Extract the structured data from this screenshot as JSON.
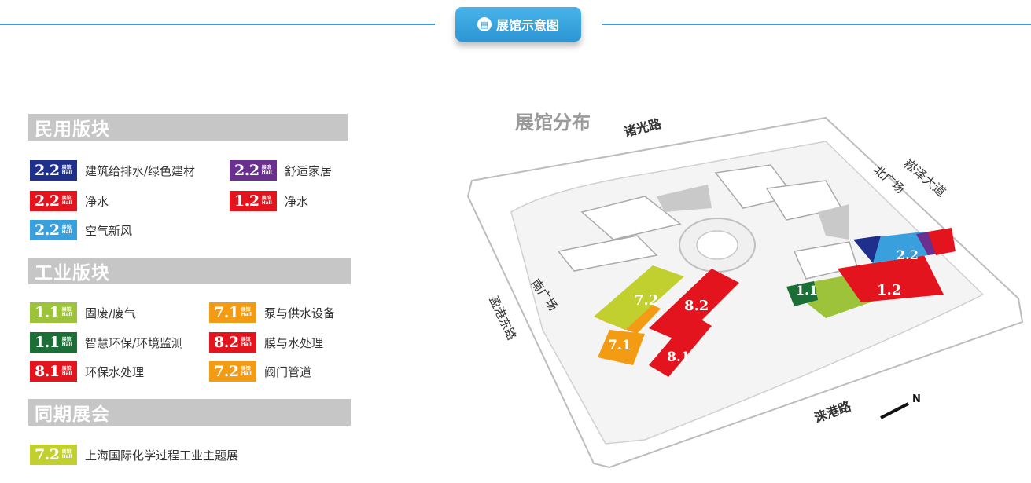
{
  "header": {
    "badge_label": "展馆示意图",
    "badge_icon": "document-icon"
  },
  "legend": {
    "sections": [
      {
        "title": "民用版块"
      },
      {
        "title": "工业版块"
      },
      {
        "title": "同期展会"
      }
    ],
    "civil": [
      {
        "hall": "2.2",
        "label": "建筑给排水/绿色建材",
        "color": "#1f2f8c"
      },
      {
        "hall": "2.2",
        "label": "舒适家居",
        "color": "#6a2f8f"
      },
      {
        "hall": "2.2",
        "label": "净水",
        "color": "#e3141d"
      },
      {
        "hall": "1.2",
        "label": "净水",
        "color": "#e3141d"
      },
      {
        "hall": "2.2",
        "label": "空气新风",
        "color": "#3aa0dd"
      }
    ],
    "industrial": [
      {
        "hall": "1.1",
        "label": "固废/废气",
        "color": "#9dc33b"
      },
      {
        "hall": "7.1",
        "label": "泵与供水设备",
        "color": "#f39b12"
      },
      {
        "hall": "1.1",
        "label": "智慧环保/环境监测",
        "color": "#1c6e37"
      },
      {
        "hall": "8.2",
        "label": "膜与水处理",
        "color": "#e3141d"
      },
      {
        "hall": "8.1",
        "label": "环保水处理",
        "color": "#e3141d"
      },
      {
        "hall": "7.2",
        "label": "阀门管道",
        "color": "#f39b12"
      }
    ],
    "concurrent": [
      {
        "hall": "7.2",
        "label": "上海国际化学过程工业主题展",
        "color": "#c1cf2f"
      }
    ],
    "hall_sub_top": "展馆",
    "hall_sub_bottom": "Hall"
  },
  "map": {
    "title": "展馆分布",
    "roads": {
      "north": "诸光路",
      "east": "崧泽大道",
      "south": "涞港路",
      "west": "盈港东路"
    },
    "plazas": {
      "north": "北广场",
      "south": "南广场"
    },
    "compass": "N",
    "halls": [
      {
        "hall": "7.2",
        "color": "#c1cf2f"
      },
      {
        "hall": "8.2",
        "color": "#e3141d"
      },
      {
        "hall": "7.1",
        "color": "#f39b12"
      },
      {
        "hall": "8.1",
        "color": "#e3141d"
      },
      {
        "hall": "1.1",
        "color": "#9dc33b"
      },
      {
        "hall": "1.2",
        "color": "#e3141d"
      },
      {
        "hall": "2.2",
        "color": "#3aa0dd"
      }
    ]
  }
}
